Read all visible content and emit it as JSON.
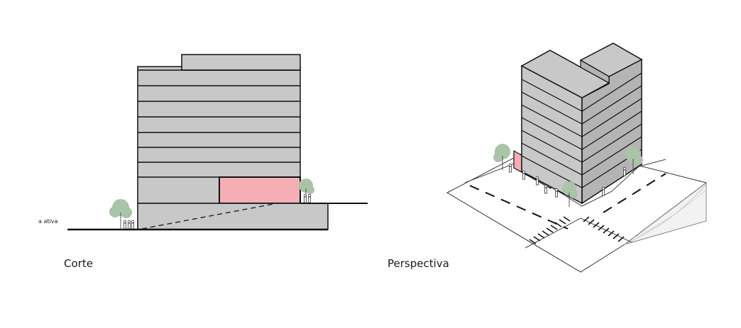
{
  "labels": {
    "corte": "Corte",
    "perspectiva": "Perspectiva",
    "fachada": "a ativa"
  },
  "colors": {
    "building": "#c8c8c8",
    "building_side": "#b4b4b4",
    "active_front": "#f4aeb4",
    "tree": "#a9c4a6",
    "stroke": "#111111",
    "ground": "#ffffff"
  },
  "icons": {
    "tree": "tree-icon",
    "person": "person-icon",
    "crosswalk": "crosswalk-icon"
  }
}
